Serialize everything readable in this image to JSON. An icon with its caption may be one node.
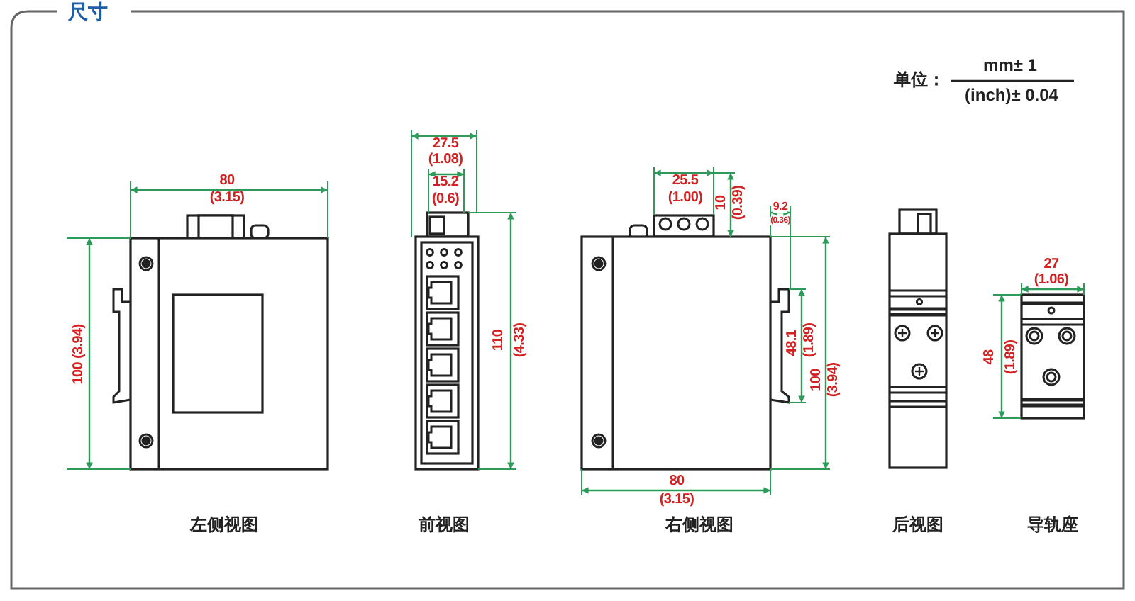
{
  "diagram": {
    "title": "尺寸",
    "labels": [
      "单位：",
      "mm± 1",
      "(inch)± 0.04",
      "80",
      "(3.15)",
      "100 (3.94)",
      "27.5",
      "(1.08)",
      "15.2",
      "(0.6)",
      "110",
      "(4.33)",
      "25.5",
      "(1.00)",
      "10",
      "(0.39)",
      "9.2",
      "(0.36)",
      "48.1",
      "(1.89)",
      "100",
      "(3.94)",
      "80",
      "(3.15)",
      "27",
      "(1.06)",
      "48",
      "(1.89)",
      "左侧视图",
      "前视图",
      "右侧视图",
      "后视图",
      "导轨座"
    ]
  }
}
